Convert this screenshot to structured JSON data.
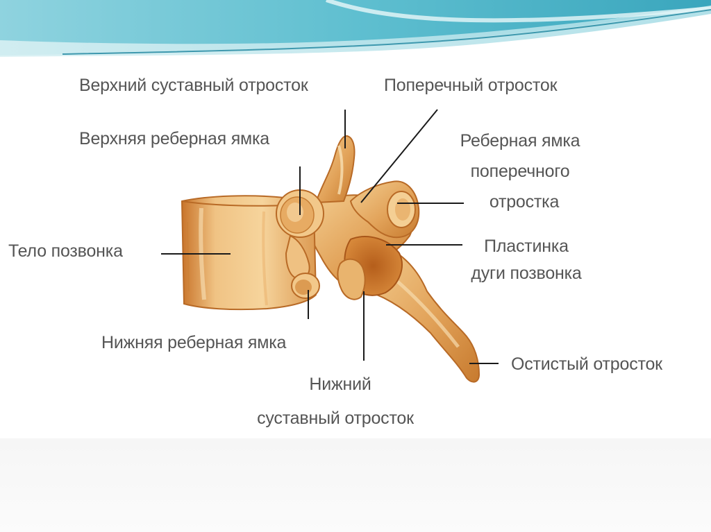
{
  "slide": {
    "theme_colors": {
      "wave_light": "#bfe4ea",
      "wave_mid": "#6cc3d2",
      "wave_dark": "#2f8fa6",
      "bone_light": "#f2c98a",
      "bone_mid": "#e0a055",
      "bone_dark": "#b9661f",
      "label_text": "#555555",
      "leader_line": "#1a1a1a"
    }
  },
  "labels": {
    "superior_articular_process": "Верхний суставный отросток",
    "transverse_process": "Поперечный отросток",
    "superior_costal_facet": "Верхняя реберная ямка",
    "transverse_costal_facet": [
      "Реберная ямка",
      "поперечного",
      "отростка"
    ],
    "vertebral_body": "Тело позвонка",
    "lamina": [
      "Пластинка",
      "дуги позвонка"
    ],
    "inferior_costal_facet": "Нижняя реберная ямка",
    "spinous_process": "Остистый отросток",
    "inferior_articular_process": [
      "Нижний",
      "суставный отросток"
    ]
  }
}
